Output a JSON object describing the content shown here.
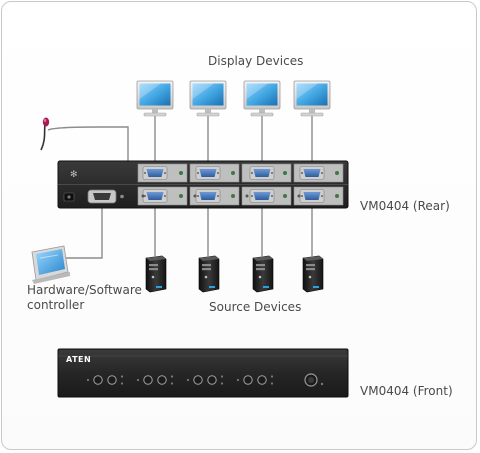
{
  "labels": {
    "display_devices": "Display Devices",
    "source_devices": "Source Devices",
    "rear_unit": "VM0404 (Rear)",
    "front_unit": "VM0404 (Front)",
    "controller_line1": "Hardware/Software",
    "controller_line2": "controller",
    "brand": "ATEN"
  },
  "colors": {
    "cable": "#8c8c8c",
    "unit_body": "#2b2b2b",
    "port_blue": "#3a6fb6",
    "screen_blue": "#3fa4e0",
    "text": "#4a4a4a"
  },
  "counts": {
    "displays": 4,
    "sources": 4,
    "front_port_groups": 4
  },
  "icons": [
    "monitor-icon",
    "pc-tower-icon",
    "ir-sensor-icon",
    "touch-panel-icon",
    "vga-port-icon"
  ]
}
